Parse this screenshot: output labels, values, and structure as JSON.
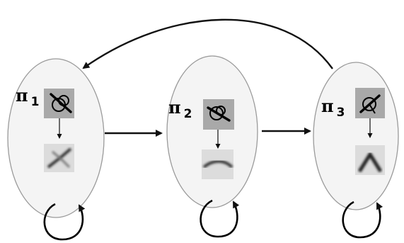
{
  "diagram": {
    "states": [
      {
        "symbol": "π",
        "subscript": "1"
      },
      {
        "symbol": "π",
        "subscript": "2"
      },
      {
        "symbol": "π",
        "subscript": "3"
      }
    ],
    "edges": [
      {
        "from": "π1",
        "to": "π2"
      },
      {
        "from": "π2",
        "to": "π3"
      },
      {
        "from": "π3",
        "to": "π1"
      },
      {
        "from": "π1",
        "to": "π1"
      },
      {
        "from": "π2",
        "to": "π2"
      },
      {
        "from": "π3",
        "to": "π3"
      }
    ]
  }
}
